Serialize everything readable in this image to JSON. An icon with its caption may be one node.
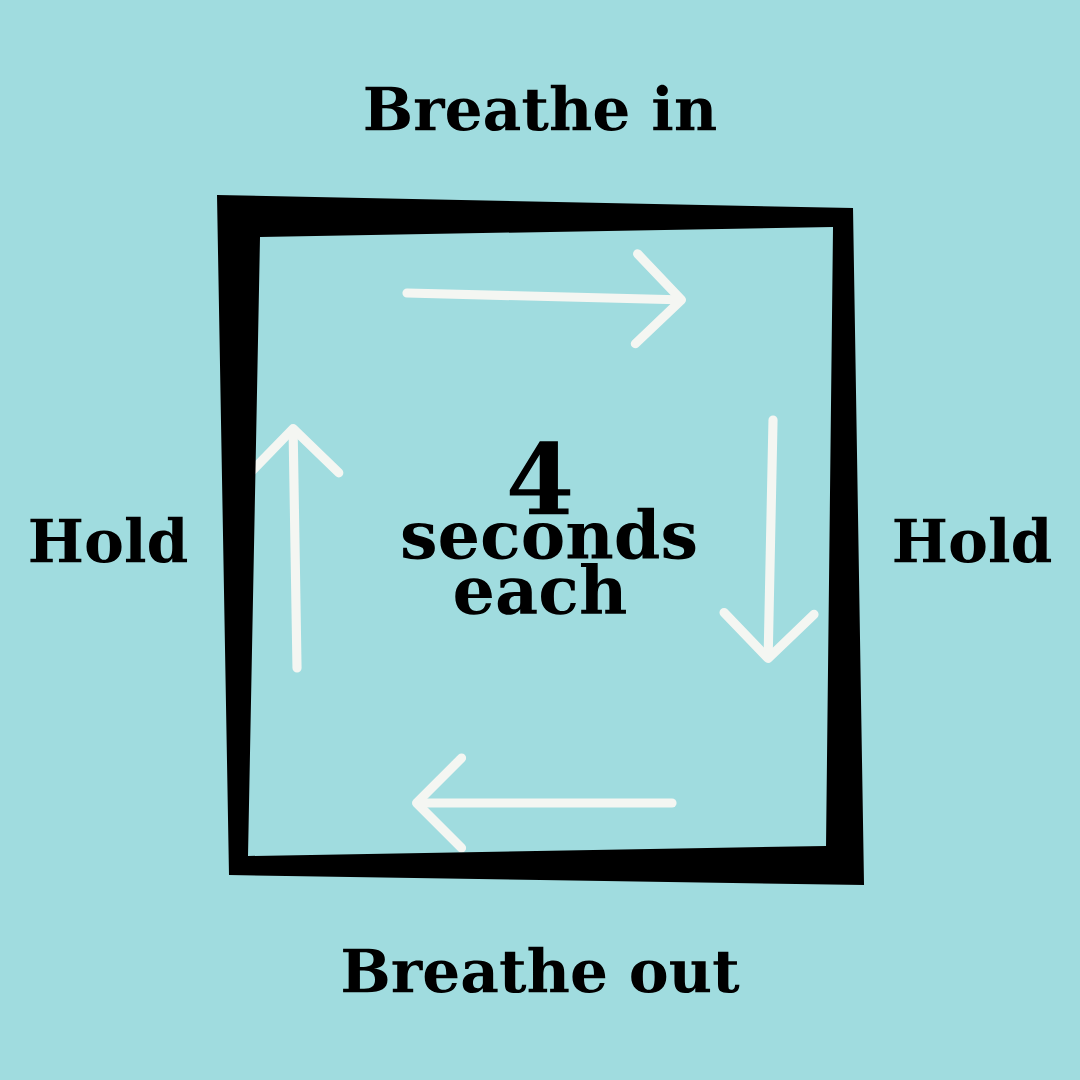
{
  "diagram": {
    "nodes": [
      {
        "text": [
          "4",
          "seconds each"
        ]
      }
    ],
    "edges": [],
    "labels": [
      "Breathe in",
      "Hold",
      "Hold",
      "Breathe out"
    ]
  }
}
